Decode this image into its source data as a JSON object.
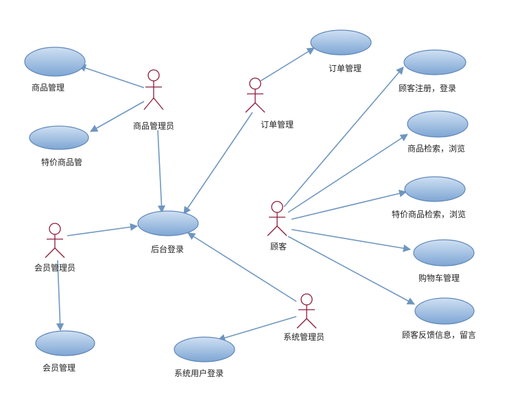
{
  "colors": {
    "ellipse_fill_top": "#cfe0f3",
    "ellipse_fill_bottom": "#7ea6d4",
    "ellipse_stroke": "#5f86b8",
    "actor_stroke": "#8b1a3a",
    "arrow": "#6e96bf"
  },
  "actors": {
    "goods_admin": "商品管理员",
    "order_admin": "订单管理",
    "member_admin": "会员管理员",
    "customer": "顾客",
    "system_admin": "系统管理员"
  },
  "usecases": {
    "goods_mgmt": "商品管理",
    "special_goods": "特价商品管",
    "backend_login": "后台登录",
    "member_mgmt": "会员管理",
    "order_mgmt": "订单管理",
    "system_user_login": "系统用户登录",
    "customer_register": "顾客注册，登录",
    "goods_search": "商品检索，浏览",
    "special_search": "特价商品检索，浏览",
    "cart_mgmt": "购物车管理",
    "feedback": "顾客反馈信息，留言"
  }
}
